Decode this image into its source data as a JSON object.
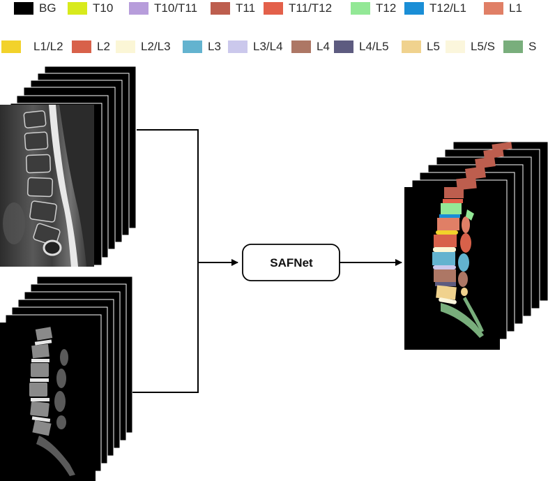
{
  "legend": [
    {
      "label": "BG",
      "color": "#000000"
    },
    {
      "label": "T10",
      "color": "#d8ea1c"
    },
    {
      "label": "T10/T11",
      "color": "#b79ddb"
    },
    {
      "label": "T11",
      "color": "#bd5e4e"
    },
    {
      "label": "T11/T12",
      "color": "#e3604a"
    },
    {
      "label": "T12",
      "color": "#93e896"
    },
    {
      "label": "T12/L1",
      "color": "#1a8ed6"
    },
    {
      "label": "L1",
      "color": "#e07f66"
    },
    {
      "label": "L1/L2",
      "color": "#f2d22b"
    },
    {
      "label": "L2",
      "color": "#d8614a"
    },
    {
      "label": "L2/L3",
      "color": "#fbf6d6"
    },
    {
      "label": "L3",
      "color": "#63b3cf"
    },
    {
      "label": "L3/L4",
      "color": "#cbc8ec"
    },
    {
      "label": "L4",
      "color": "#ad7765"
    },
    {
      "label": "L4/L5",
      "color": "#5d5b80"
    },
    {
      "label": "L5",
      "color": "#f0d28e"
    },
    {
      "label": "L5/S",
      "color": "#fbf6dc"
    },
    {
      "label": "S",
      "color": "#79ae7c"
    }
  ],
  "network": {
    "label": "SAFNet"
  },
  "colors": {
    "background": "#000000",
    "arrow": "#000000"
  }
}
